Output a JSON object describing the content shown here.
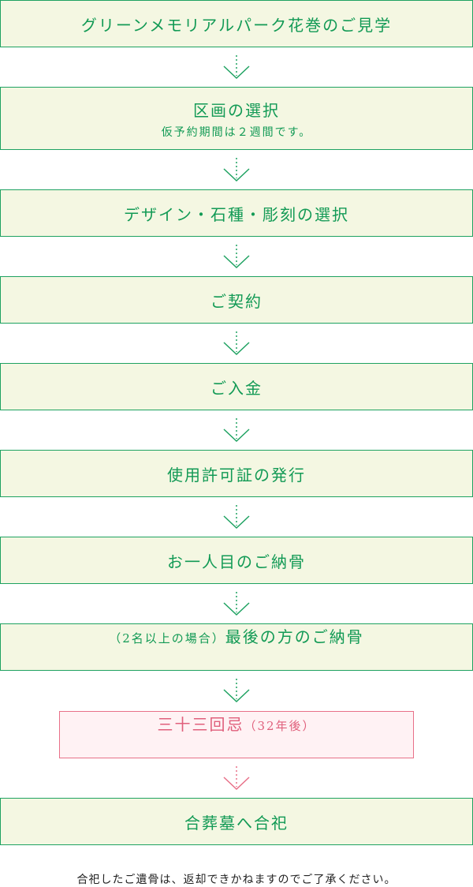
{
  "steps": {
    "s1": "グリーンメモリアルパーク花巻のご見学",
    "s2": "区画の選択",
    "s2_sub": "仮予約期間は２週間です。",
    "s3": "デザイン・石種・彫刻の選択",
    "s4": "ご契約",
    "s5": "ご入金",
    "s6": "使用許可証の発行",
    "s7": "お一人目のご納骨",
    "s8_prefix": "（2名以上の場合）",
    "s8": "最後の方のご納骨",
    "s9": "三十三回忌",
    "s9_suffix": "（32年後）",
    "s10": "合葬墓へ合祀"
  },
  "note": "合祀したご遺骨は、返却できかねますのでご了承ください。",
  "colors": {
    "green": "#1ea261",
    "green_bg": "#f4f7e2",
    "pink": "#e87088",
    "pink_bg": "#fff2f4"
  }
}
